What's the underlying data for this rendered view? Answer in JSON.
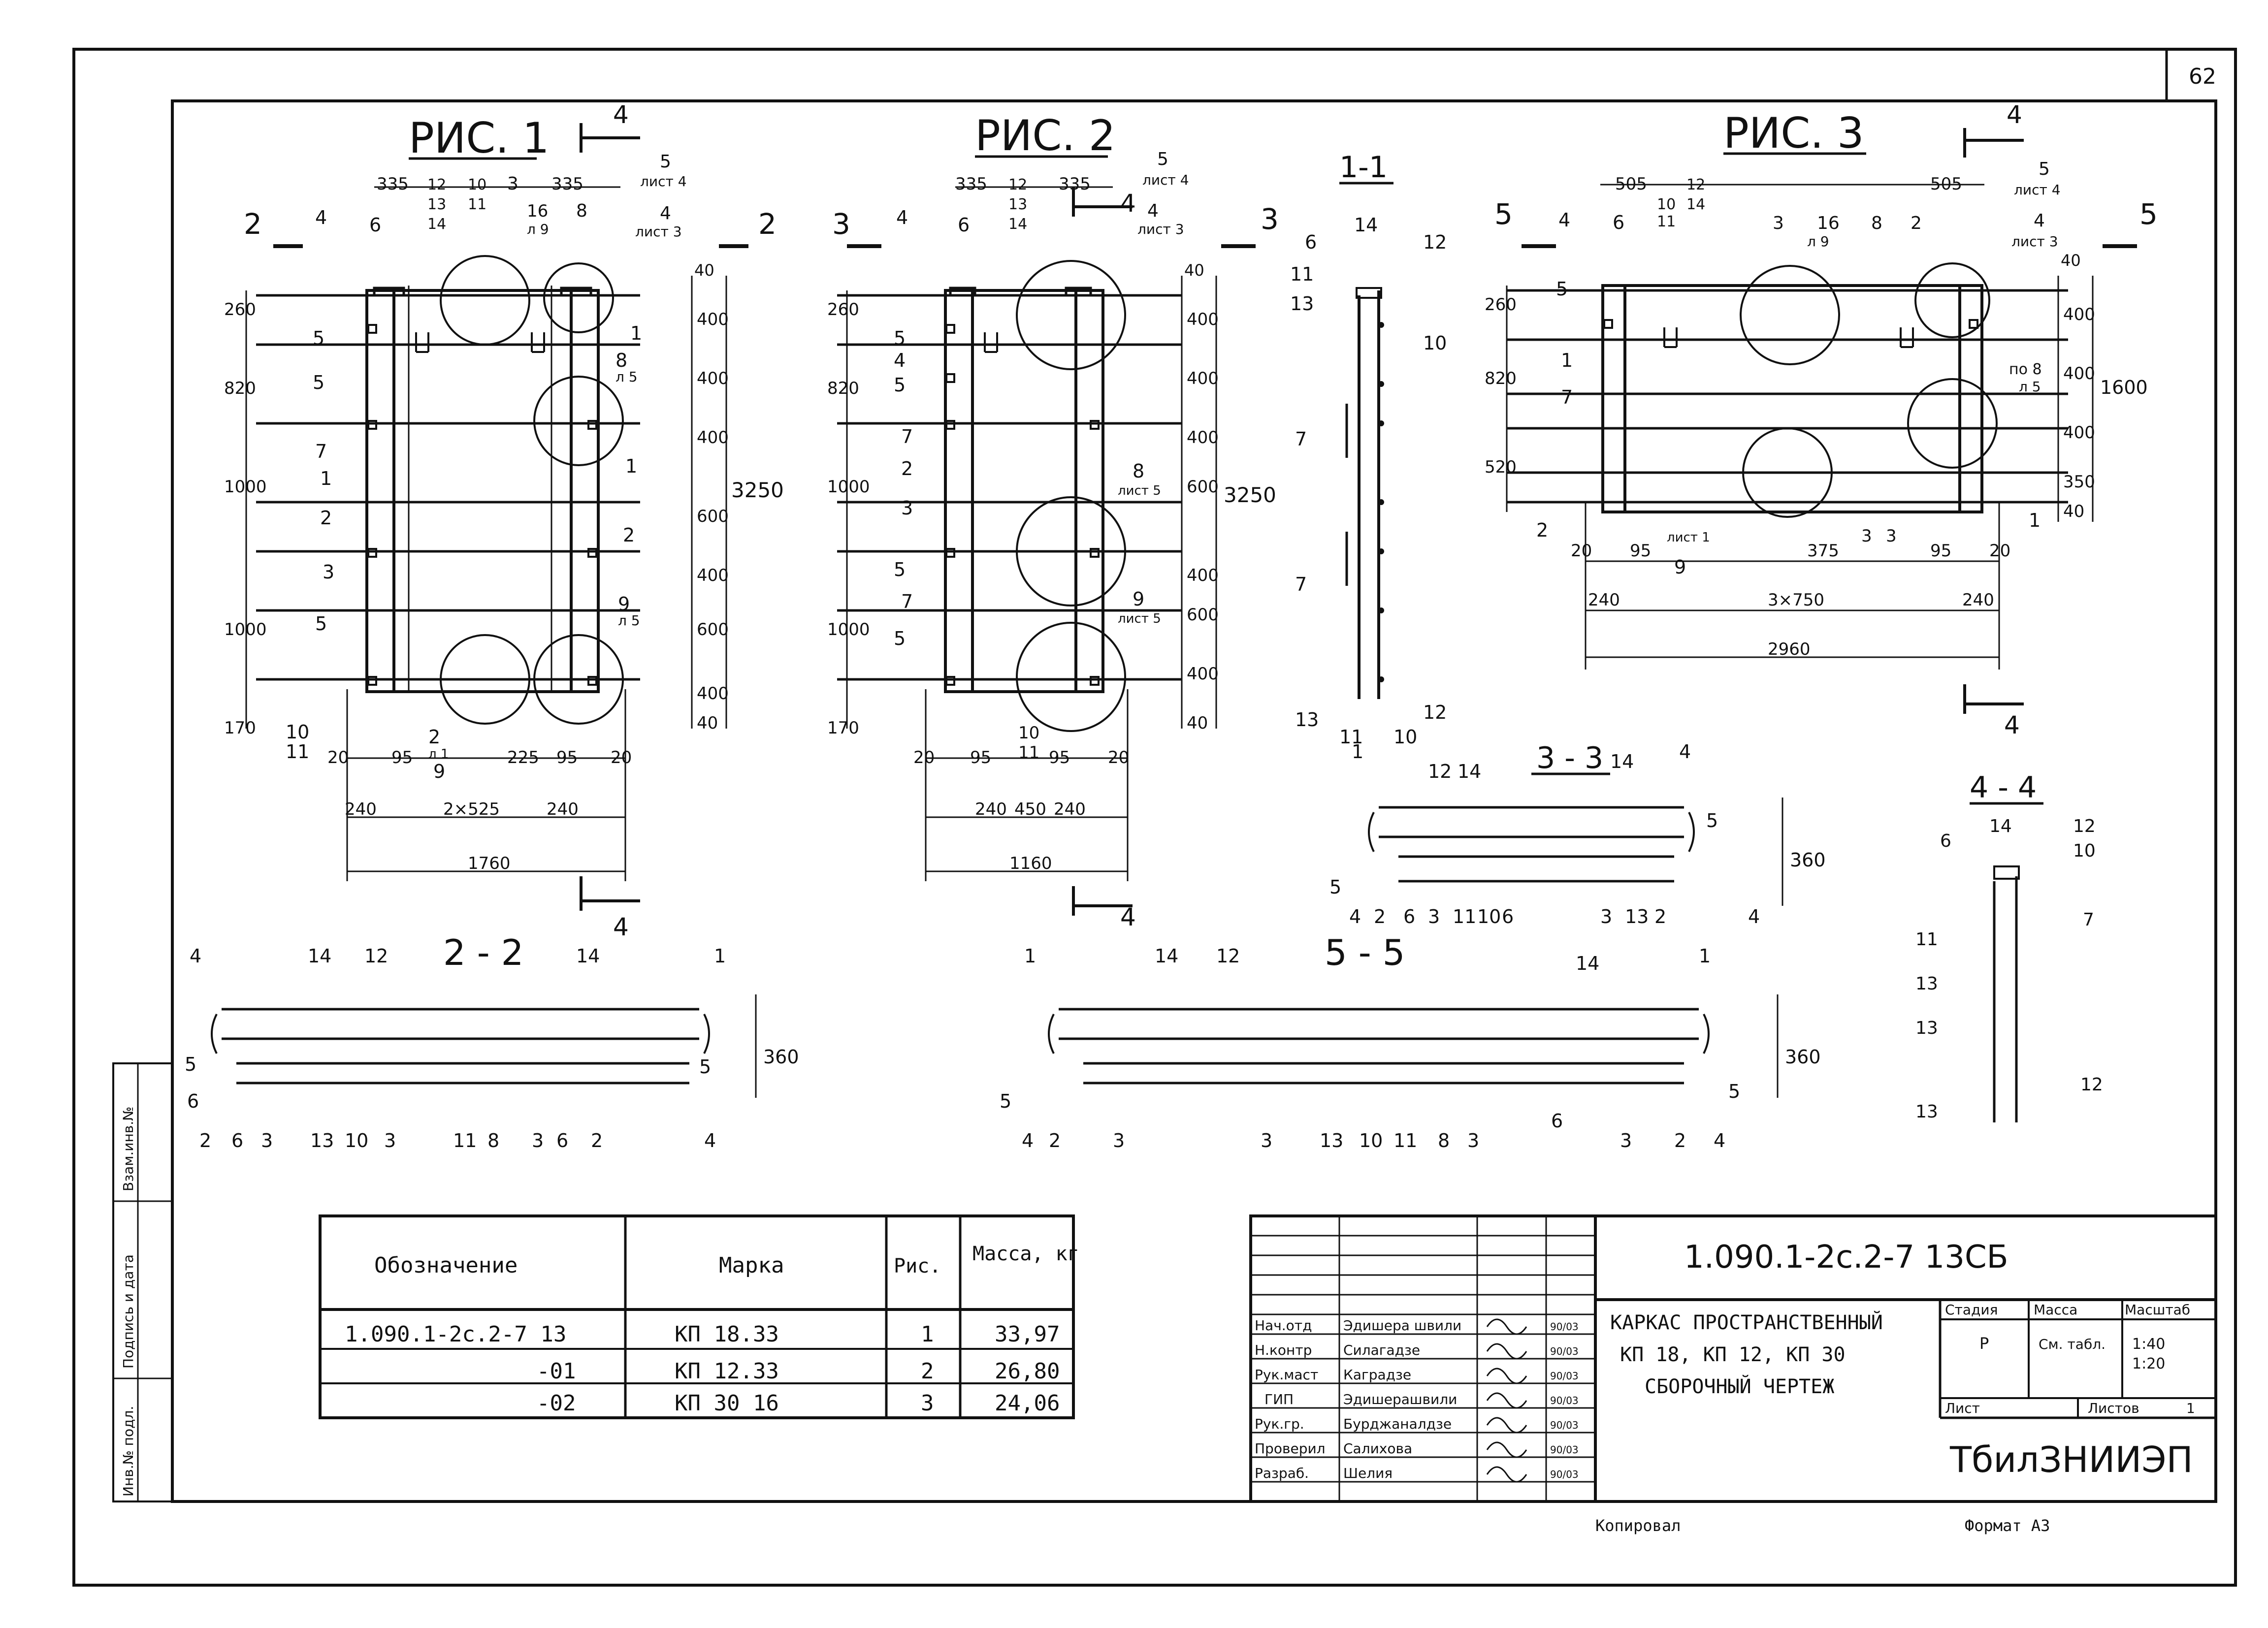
{
  "sheet_number": "62",
  "figures": {
    "fig1": {
      "title": "РИС. 1",
      "section_top": "4",
      "section_bottom": "4",
      "section_left": "2",
      "section_right": "2",
      "dims_top": [
        "335",
        "12",
        "13",
        "14",
        "10",
        "11",
        "3",
        "16",
        "л 9",
        "8",
        "335",
        "5",
        "лист 4",
        "4",
        "лист 3",
        "40"
      ],
      "dims_right": [
        "400",
        "400",
        "400",
        "600",
        "400",
        "600",
        "400",
        "40"
      ],
      "overall_height": "3250",
      "dims_left": [
        "260",
        "820",
        "1000",
        "1000",
        "170"
      ],
      "dims_bottom": [
        "20",
        "95",
        "225",
        "95",
        "20",
        "240",
        "2×525",
        "240",
        "1760"
      ],
      "labels": [
        "4",
        "6",
        "5",
        "5",
        "7",
        "1",
        "2",
        "3",
        "5",
        "1",
        "2",
        "10",
        "11",
        "2",
        "л 1",
        "9",
        "8",
        "л 5",
        "9",
        "л 5",
        "1"
      ]
    },
    "fig2": {
      "title": "РИС. 2",
      "section_top": "4",
      "section_bottom": "4",
      "section_left": "3",
      "section_right": "3",
      "dims_top": [
        "335",
        "12",
        "13",
        "14",
        "335",
        "5",
        "лист 4",
        "4",
        "лист 3",
        "40"
      ],
      "dims_right": [
        "400",
        "400",
        "400",
        "600",
        "400",
        "600",
        "400",
        "40"
      ],
      "overall_height": "3250",
      "dims_left": [
        "260",
        "820",
        "1000",
        "1000",
        "170"
      ],
      "dims_bottom": [
        "20",
        "95",
        "10",
        "11",
        "95",
        "20",
        "240",
        "450",
        "240",
        "1160"
      ],
      "labels": [
        "4",
        "6",
        "5",
        "4",
        "5",
        "7",
        "2",
        "3",
        "5",
        "7",
        "5",
        "8",
        "лист 5",
        "9",
        "лист 5"
      ]
    },
    "fig3": {
      "title": "РИС. 3",
      "section_top": "4",
      "section_bottom": "4",
      "section_left": "5",
      "section_right": "5",
      "dims_top": [
        "505",
        "12",
        "10",
        "11",
        "14",
        "3",
        "16",
        "л 9",
        "8",
        "2",
        "505",
        "5",
        "лист 4",
        "4",
        "лист 3",
        "40"
      ],
      "dims_right": [
        "400",
        "400",
        "400",
        "350",
        "40"
      ],
      "overall_height": "1600",
      "dims_left": [
        "260",
        "820",
        "520"
      ],
      "dims_bottom": [
        "20",
        "95",
        "375",
        "3",
        "3",
        "95",
        "20",
        "240",
        "3×750",
        "240",
        "2960"
      ],
      "labels": [
        "4",
        "6",
        "5",
        "1",
        "7",
        "2",
        "лист 1",
        "9",
        "по 8",
        "л 5",
        "1"
      ]
    }
  },
  "sections": {
    "s11": {
      "title": "1-1",
      "labels": [
        "14",
        "6",
        "12",
        "11",
        "13",
        "10",
        "7",
        "7",
        "13",
        "11",
        "10",
        "12"
      ]
    },
    "s22": {
      "title": "2 - 2",
      "height": "360",
      "labels": [
        "4",
        "14",
        "12",
        "14",
        "1",
        "5",
        "6",
        "5",
        "2",
        "6",
        "3",
        "13",
        "10",
        "3",
        "11",
        "8",
        "3",
        "6",
        "2",
        "4"
      ]
    },
    "s33": {
      "title": "3 - 3",
      "height": "360",
      "labels": [
        "1",
        "12",
        "14",
        "14",
        "4",
        "5",
        "5",
        "4",
        "2",
        "6",
        "3",
        "11",
        "10",
        "6",
        "3",
        "13",
        "2",
        "4"
      ]
    },
    "s44": {
      "title": "4 - 4",
      "labels": [
        "6",
        "14",
        "12",
        "10",
        "11",
        "7",
        "13",
        "13",
        "12",
        "13"
      ]
    },
    "s55": {
      "title": "5 - 5",
      "height": "360",
      "labels": [
        "1",
        "14",
        "12",
        "14",
        "1",
        "5",
        "5",
        "4",
        "2",
        "3",
        "3",
        "13",
        "10",
        "11",
        "8",
        "3",
        "6",
        "3",
        "2",
        "4"
      ]
    }
  },
  "spec_table": {
    "headers": [
      "Обозначение",
      "Марка",
      "Рис.",
      "Масса, кг"
    ],
    "rows": [
      [
        "1.090.1-2с.2-7 13",
        "КП 18.33",
        "1",
        "33,97"
      ],
      [
        "-01",
        "КП 12.33",
        "2",
        "26,80"
      ],
      [
        "-02",
        "КП 30 16",
        "3",
        "24,06"
      ]
    ]
  },
  "title_block": {
    "code": "1.090.1-2с.2-7  13СБ",
    "title": [
      "КАРКАС ПРОСТРАНСТВЕННЫЙ",
      "КП 18, КП 12, КП 30",
      "СБОРОЧНЫЙ ЧЕРТЕЖ"
    ],
    "roles": [
      {
        "role": "Нач.отд",
        "name": "Эдишера швили",
        "date": "90/03"
      },
      {
        "role": "Н.контр",
        "name": "Силагадзе",
        "date": "90/03"
      },
      {
        "role": "Рук.маст",
        "name": "Каградзе",
        "date": "90/03"
      },
      {
        "role": "ГИП",
        "name": "Эдишерашвили",
        "date": "90/03"
      },
      {
        "role": "Рук.гр.",
        "name": "Бурджаналдзе",
        "date": "90/03"
      },
      {
        "role": "Проверил",
        "name": "Салихова",
        "date": "90/03"
      },
      {
        "role": "Разраб.",
        "name": "Шелия",
        "date": "90/03"
      }
    ],
    "stage_header": "Стадия",
    "mass_header": "Масса",
    "scale_header": "Масштаб",
    "stage": "Р",
    "mass": "См. табл.",
    "scale": "1:40\n1:20",
    "sheet_label": "Лист",
    "sheets_label": "Листов",
    "sheets_value": "1",
    "org": "ТбилЗНИИЭП"
  },
  "side_stamp": [
    "Взам.инв.№",
    "Подпись и дата",
    "Инв.№ подл."
  ],
  "bottom": {
    "copied": "Копировал",
    "format": "Формат А3"
  }
}
